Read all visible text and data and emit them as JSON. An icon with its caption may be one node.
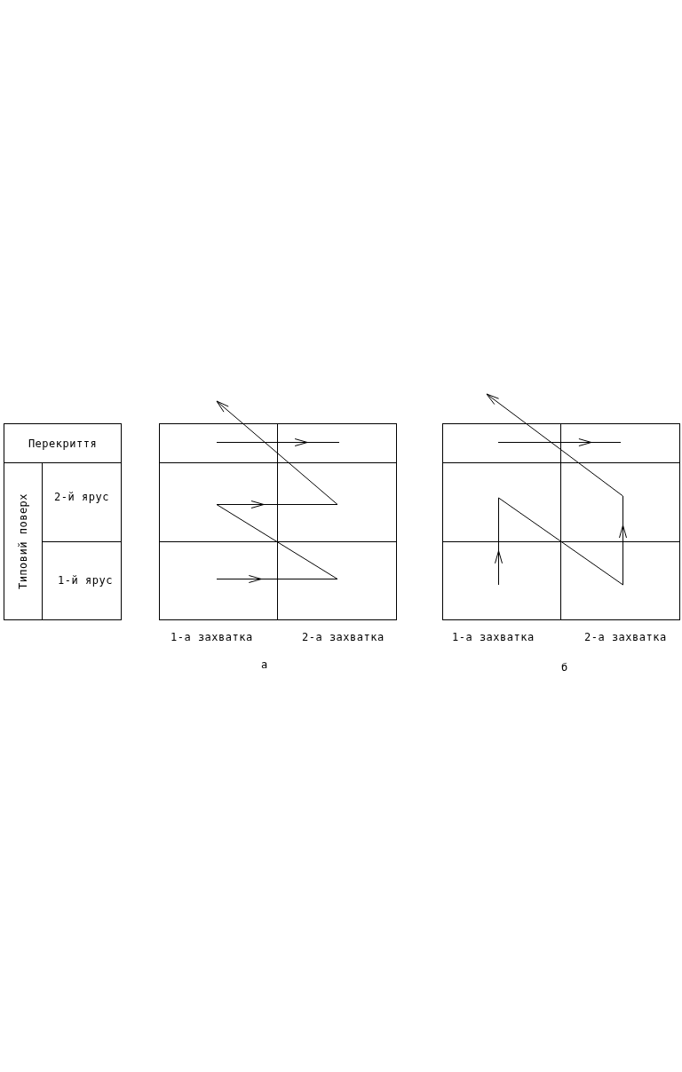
{
  "diagram": {
    "nodes": [
      {
        "text": [
          "Перекриття"
        ]
      },
      {
        "text": [
          "Типовий поверх"
        ]
      },
      {
        "text": [
          "2-й ярус"
        ]
      },
      {
        "text": [
          "1-й ярус"
        ]
      }
    ],
    "edges": [],
    "labels": [
      "1-а захватка",
      "2-а захватка",
      "а",
      "1-а захватка",
      "2-а захватка",
      "б"
    ]
  }
}
